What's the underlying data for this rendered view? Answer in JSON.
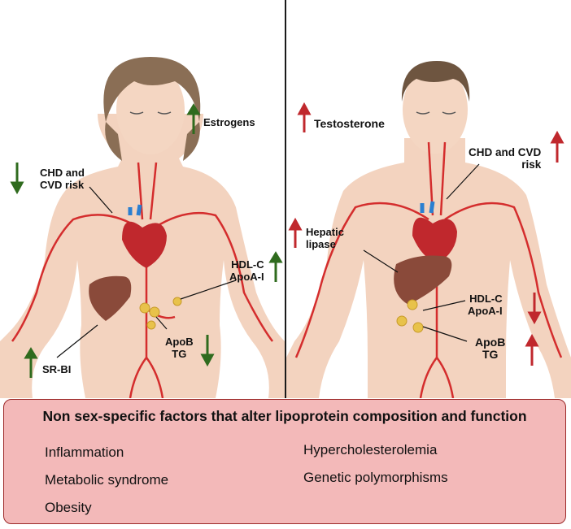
{
  "colors": {
    "up_female": "#2f6b1e",
    "down_female": "#2f6b1e",
    "up_male": "#c0282d",
    "down_male": "#c0282d",
    "skin": "#f3d3bf",
    "artery": "#d42d2d",
    "vein": "#2a7fd1",
    "liver": "#8a4a3a",
    "panel_fill": "#f3b9b9",
    "panel_border": "#9c2a2a"
  },
  "female": {
    "estrogens": "Estrogens",
    "chd_cvd": "CHD and\nCVD risk",
    "hdl": "HDL-C\nApoA-I",
    "apob": "ApoB\nTG",
    "srbi": "SR-BI",
    "arrows": {
      "estrogens": "up",
      "chd": "down",
      "hdl": "up",
      "apob": "down",
      "srbi": "up"
    }
  },
  "male": {
    "testosterone": "Testosterone",
    "chd_cvd": "CHD and CVD\nrisk",
    "hepatic_lipase": "Hepatic\nlipase",
    "hdl": "HDL-C\nApoA-I",
    "apob": "ApoB\nTG",
    "arrows": {
      "testosterone": "up",
      "chd": "up",
      "hepatic": "up",
      "hdl": "down",
      "apob": "up"
    }
  },
  "factors": {
    "title": "Non sex-specific factors that alter lipoprotein composition and function",
    "left": [
      "Inflammation",
      "Metabolic syndrome",
      "Obesity"
    ],
    "right": [
      "Hypercholesterolemia",
      "Genetic polymorphisms"
    ]
  }
}
